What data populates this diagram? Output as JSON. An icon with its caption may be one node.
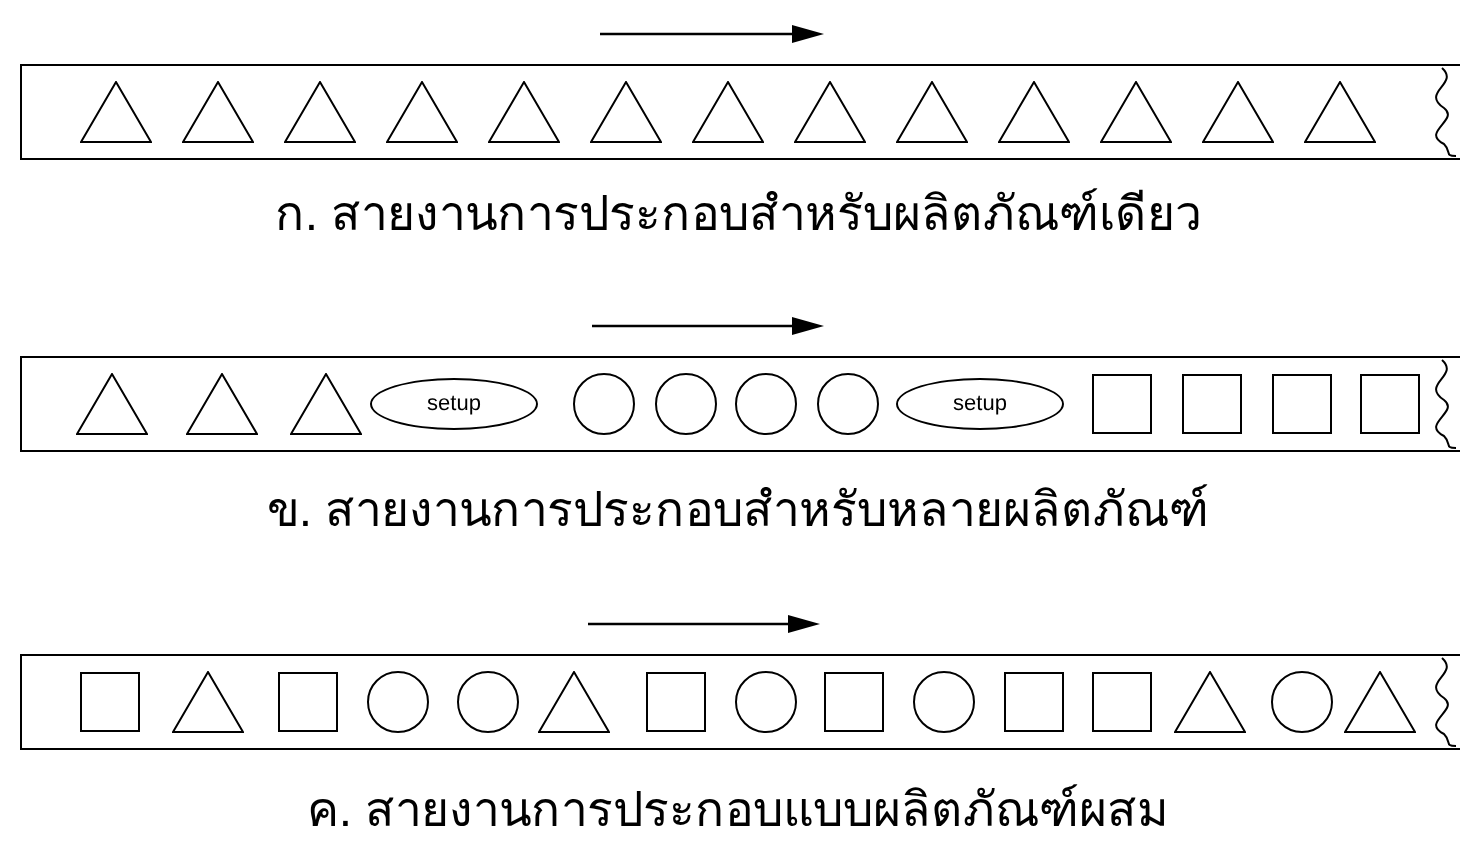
{
  "diagram": {
    "nodes": [
      {
        "text": [],
        "shape": "bar",
        "beside": [
          "ก. สายงานการประกอบสำหรับผลิตภัณฑ์เดียว"
        ]
      },
      {
        "text": [],
        "shape": "triangle",
        "in": 0
      },
      {
        "text": [],
        "shape": "triangle",
        "in": 0
      },
      {
        "text": [],
        "shape": "triangle",
        "in": 0
      },
      {
        "text": [],
        "shape": "triangle",
        "in": 0
      },
      {
        "text": [],
        "shape": "triangle",
        "in": 0
      },
      {
        "text": [],
        "shape": "triangle",
        "in": 0
      },
      {
        "text": [],
        "shape": "triangle",
        "in": 0
      },
      {
        "text": [],
        "shape": "triangle",
        "in": 0
      },
      {
        "text": [],
        "shape": "triangle",
        "in": 0
      },
      {
        "text": [],
        "shape": "triangle",
        "in": 0
      },
      {
        "text": [],
        "shape": "triangle",
        "in": 0
      },
      {
        "text": [],
        "shape": "triangle",
        "in": 0
      },
      {
        "text": [],
        "shape": "triangle",
        "in": 0
      },
      {
        "text": [],
        "shape": "bar",
        "beside": [
          "ข. สายงานการประกอบสำหรับหลายผลิตภัณฑ์"
        ]
      },
      {
        "text": [],
        "shape": "triangle",
        "in": 14
      },
      {
        "text": [],
        "shape": "triangle",
        "in": 14
      },
      {
        "text": [],
        "shape": "triangle",
        "in": 14
      },
      {
        "text": [
          "setup"
        ],
        "in": 14
      },
      {
        "text": [],
        "shape": "circle",
        "in": 14
      },
      {
        "text": [],
        "shape": "circle",
        "in": 14
      },
      {
        "text": [],
        "shape": "circle",
        "in": 14
      },
      {
        "text": [],
        "shape": "circle",
        "in": 14
      },
      {
        "text": [
          "setup"
        ],
        "in": 14
      },
      {
        "text": [],
        "shape": "box",
        "in": 14
      },
      {
        "text": [],
        "shape": "box",
        "in": 14
      },
      {
        "text": [],
        "shape": "box",
        "in": 14
      },
      {
        "text": [],
        "shape": "box",
        "in": 14
      },
      {
        "text": [],
        "shape": "bar",
        "beside": [
          "ค. สายงานการประกอบแบบผลิตภัณฑ์ผสม"
        ]
      },
      {
        "text": [],
        "shape": "box",
        "in": 28
      },
      {
        "text": [],
        "shape": "triangle",
        "in": 28
      },
      {
        "text": [],
        "shape": "box",
        "in": 28
      },
      {
        "text": [],
        "shape": "circle",
        "in": 28
      },
      {
        "text": [],
        "shape": "circle",
        "in": 28
      },
      {
        "text": [],
        "shape": "triangle",
        "in": 28
      },
      {
        "text": [],
        "shape": "box",
        "in": 28
      },
      {
        "text": [],
        "shape": "circle",
        "in": 28
      },
      {
        "text": [],
        "shape": "box",
        "in": 28
      },
      {
        "text": [],
        "shape": "circle",
        "in": 28
      },
      {
        "text": [],
        "shape": "box",
        "in": 28
      },
      {
        "text": [],
        "shape": "box",
        "in": 28
      },
      {
        "text": [],
        "shape": "triangle",
        "in": 28
      },
      {
        "text": [],
        "shape": "circle",
        "in": 28
      },
      {
        "text": [],
        "shape": "triangle",
        "in": 28
      }
    ]
  }
}
